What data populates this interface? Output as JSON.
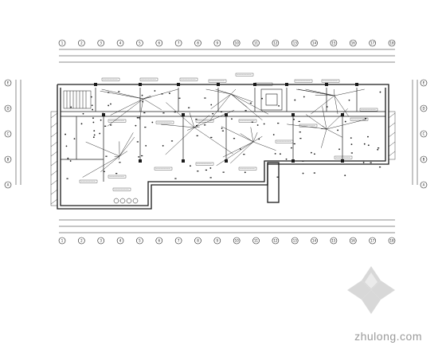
{
  "watermark": {
    "text": "zhulong.com",
    "logo": "zhulong-flower-logo"
  },
  "colors": {
    "line": "#1a1a1a",
    "paper": "#ffffff",
    "watermark": "#a8a8a8"
  },
  "top_axes": [
    "1",
    "2",
    "3",
    "4",
    "5",
    "6",
    "7",
    "8",
    "9",
    "10",
    "11",
    "12",
    "13",
    "14",
    "15",
    "16",
    "17",
    "18"
  ],
  "bottom_axes": [
    "1",
    "2",
    "3",
    "4",
    "5",
    "6",
    "7",
    "8",
    "9",
    "10",
    "11",
    "12",
    "13",
    "14",
    "15",
    "16",
    "17",
    "18"
  ],
  "left_axes": [
    "E",
    "D",
    "C",
    "B",
    "A"
  ],
  "right_axes": [
    "E",
    "D",
    "C",
    "B",
    "A"
  ]
}
